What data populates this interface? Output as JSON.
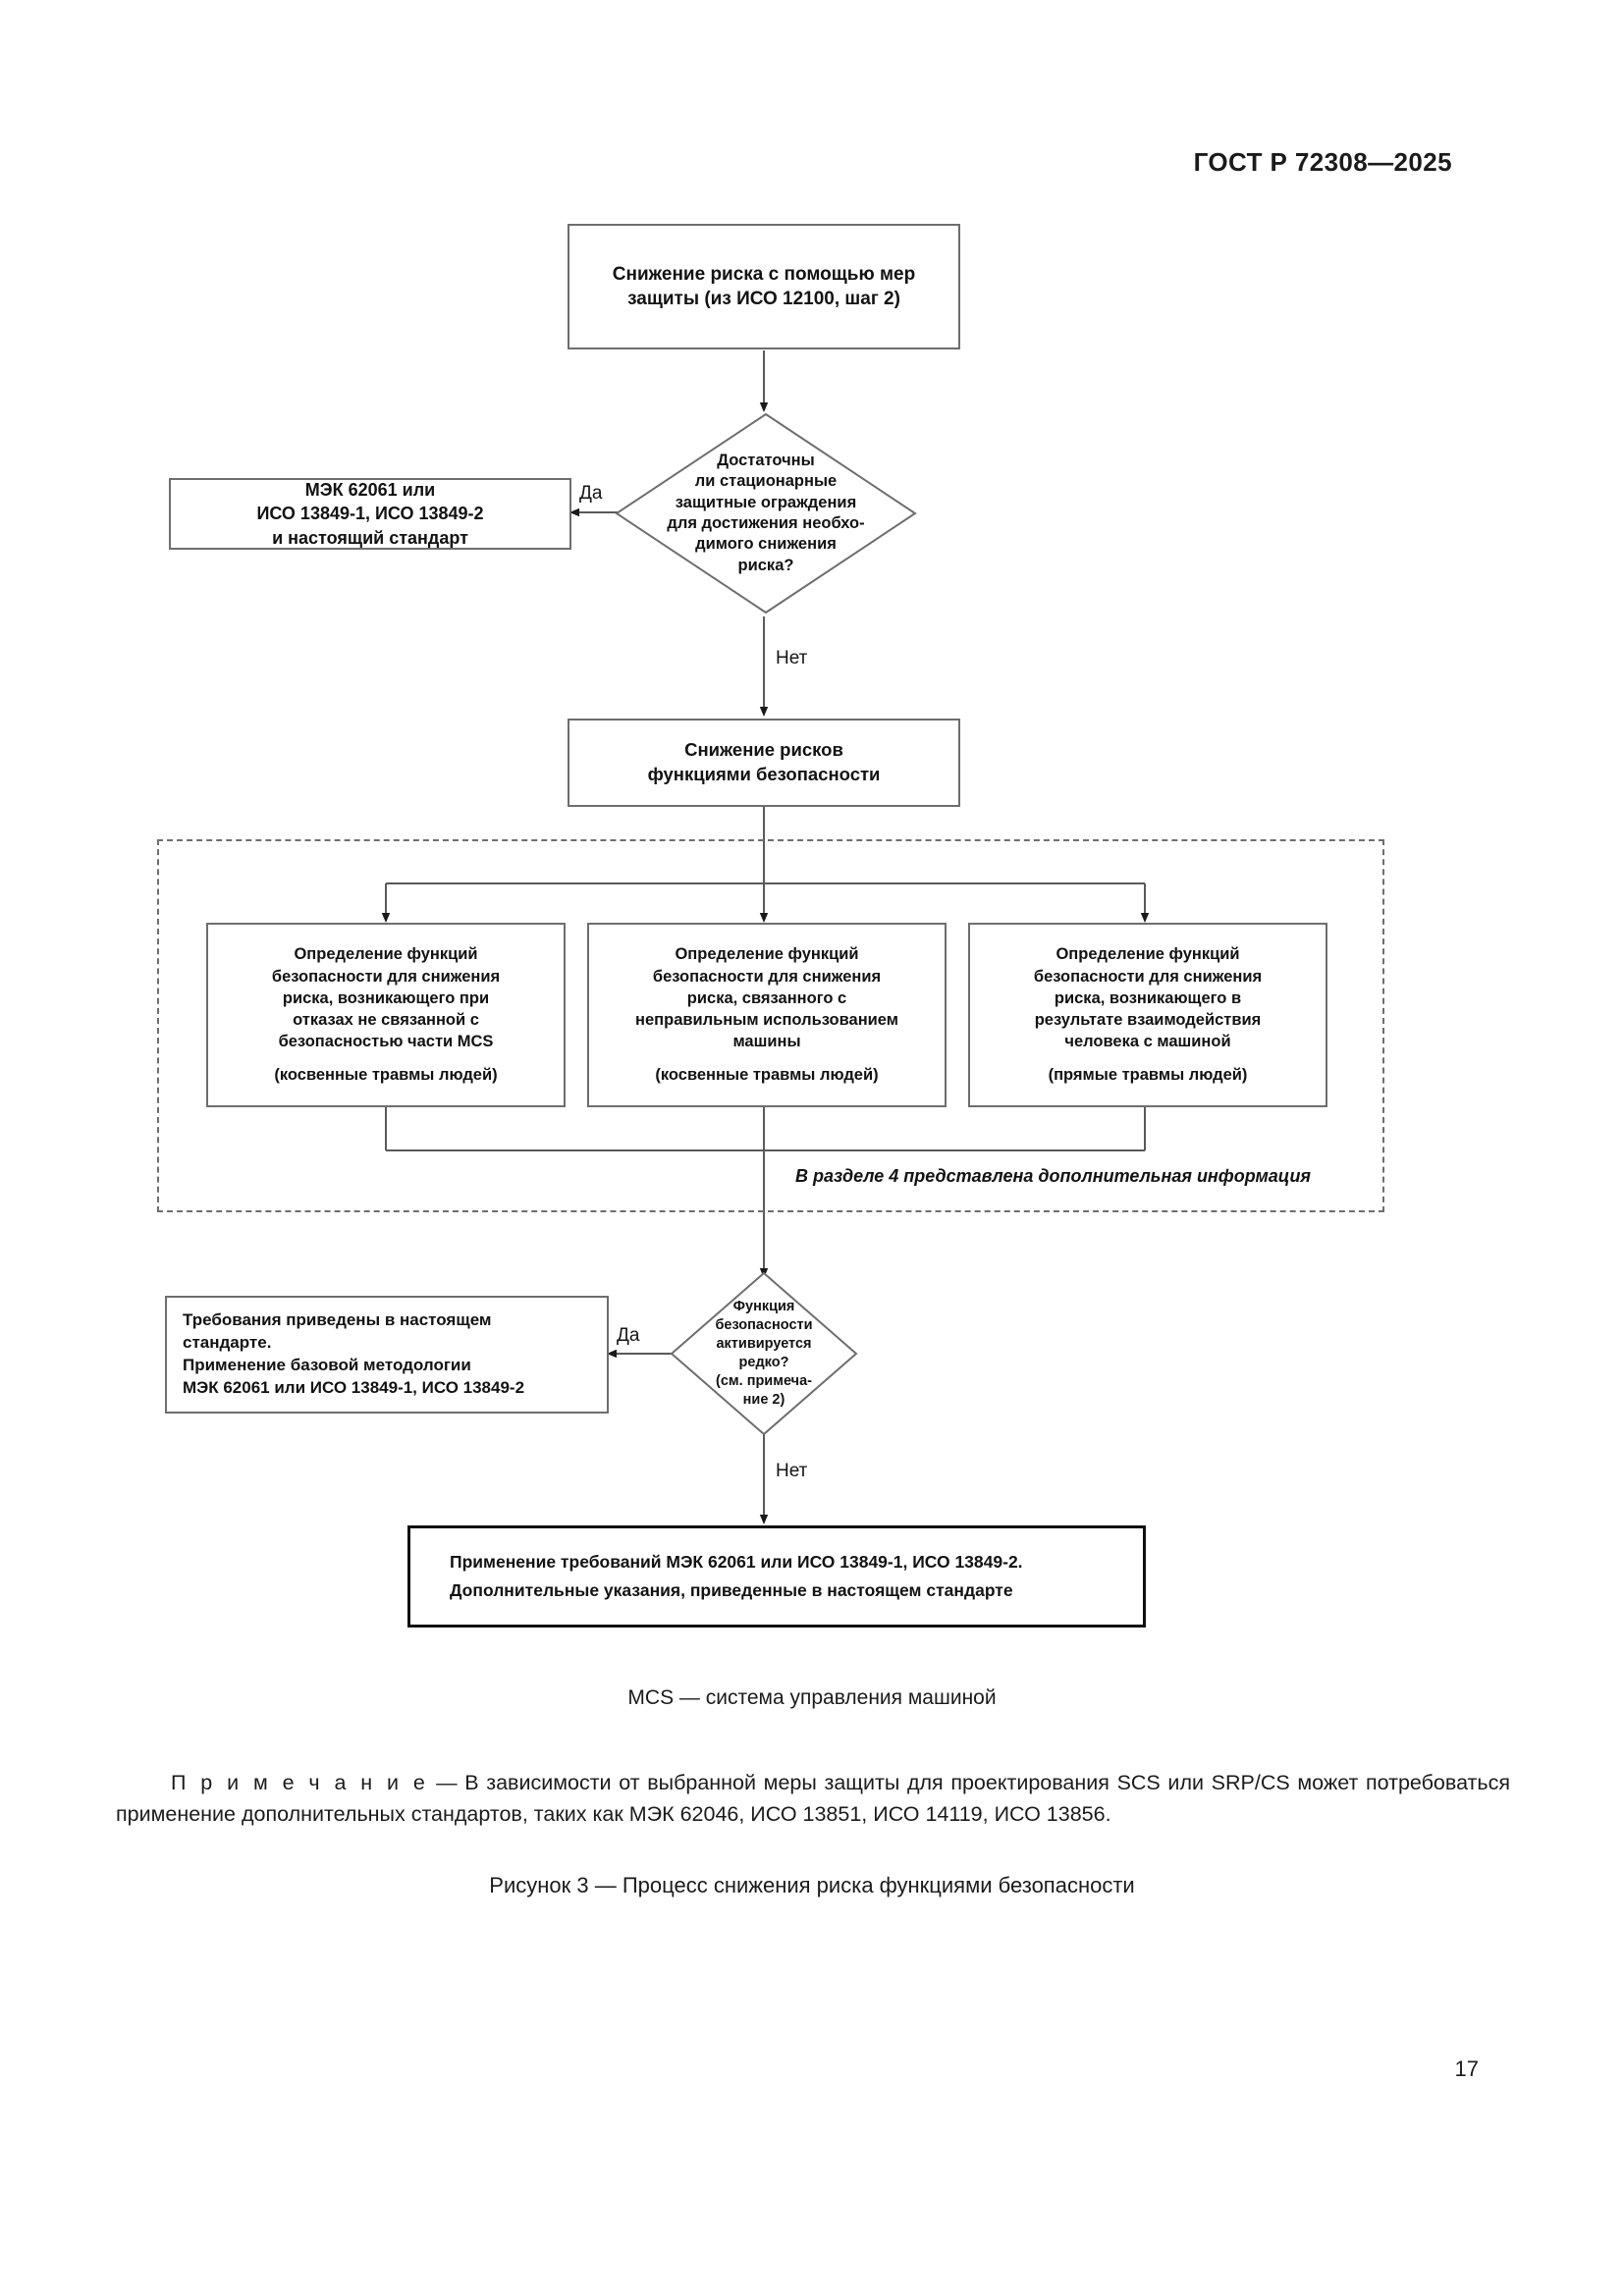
{
  "document": {
    "header": "ГОСТ Р 72308—2025",
    "page_number": "17"
  },
  "figure": {
    "legend": "MCS — система управления машиной",
    "caption": "Рисунок 3 — Процесс снижения риска функциями безопасности",
    "region_note": "В разделе 4 представлена дополнительная информация",
    "edge_labels": {
      "yes_1": "Да",
      "no_1": "Нет",
      "yes_2": "Да",
      "no_2": "Нет"
    },
    "nodes": {
      "start": {
        "lines": [
          "Снижение риска с помощью  мер",
          "защиты (из ИСО 12100, шаг 2)"
        ]
      },
      "decision1": {
        "lines": [
          "Достаточны",
          "ли стационарные",
          "защитные ограждения",
          "для достижения необхо-",
          "димого снижения",
          "риска?"
        ]
      },
      "standards_left": {
        "lines": [
          "МЭК 62061 или",
          "ИСО 13849-1, ИСО 13849-2",
          "и настоящий стандарт"
        ]
      },
      "risk_reduction": {
        "lines": [
          "Снижение рисков",
          "функциями безопасности"
        ]
      },
      "branch_a": {
        "lines": [
          "Определение функций",
          "безопасности для снижения",
          "риска, возникающего при",
          "отказах не связанной с",
          "безопасностью части MCS"
        ],
        "sub": "(косвенные травмы людей)"
      },
      "branch_b": {
        "lines": [
          "Определение функций",
          "безопасности для снижения",
          "риска, связанного с",
          "неправильным использованием",
          "машины"
        ],
        "sub": "(косвенные травмы людей)"
      },
      "branch_c": {
        "lines": [
          "Определение функций",
          "безопасности для снижения",
          "риска, возникающего в",
          "результате взаимодействия",
          "человека с машиной"
        ],
        "sub": "(прямые травмы людей)"
      },
      "decision2": {
        "lines": [
          "Функция",
          "безопасности",
          "активируется",
          "редко?",
          "(см. примеча-",
          "ние 2)"
        ]
      },
      "requirements_left": {
        "lines": [
          "Требования приведены в настоящем",
          "стандарте.",
          "Применение базовой методологии",
          "МЭК 62061 или ИСО 13849-1, ИСО 13849-2"
        ]
      },
      "final": {
        "lines": [
          "Применение требований МЭК 62061 или ИСО 13849-1, ИСО 13849-2.",
          "Дополнительные указания, приведенные в настоящем стандарте"
        ]
      }
    }
  },
  "note": {
    "lead": "П р и м е ч а н и е",
    "body": "  — В зависимости от выбранной меры защиты для проектирования SCS или SRP/CS может потребоваться применение дополнительных стандартов, таких как МЭК 62046, ИСО 13851, ИСО 14119, ИСО 13856."
  },
  "colors": {
    "box_border": "#6e6e6e",
    "thick_border": "#101010",
    "text": "#121212",
    "connector": "#5a5a5a"
  }
}
